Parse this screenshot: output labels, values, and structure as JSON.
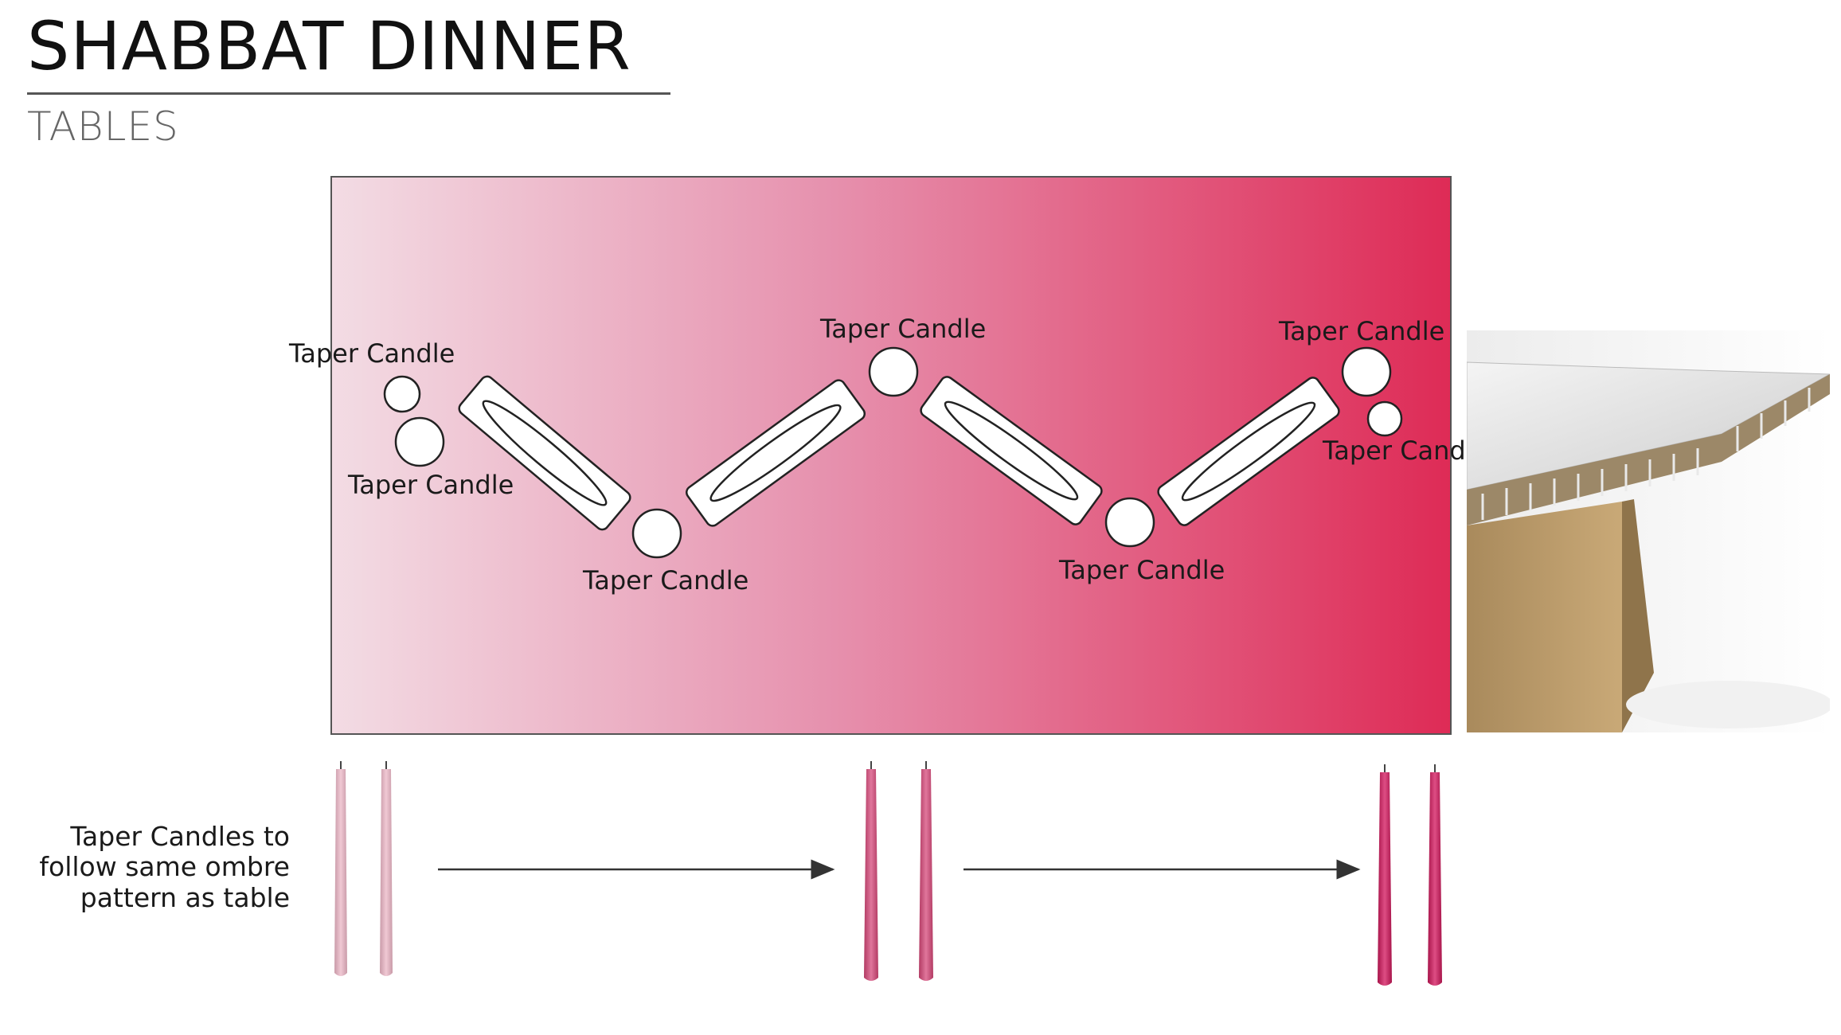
{
  "header": {
    "title": "SHABBAT DINNER",
    "subtitle": "TABLES"
  },
  "table": {
    "gradient_start": "#f3dce4",
    "gradient_mid": "#e690ad",
    "gradient_end": "#de2b56",
    "candle_labels": [
      "Taper Candle",
      "Taper Candle",
      "Taper Candle",
      "Taper Candle",
      "Taper Candle",
      "Taper Candle",
      "Taper Cand"
    ]
  },
  "candles_note": {
    "lines": [
      "Taper Candles to",
      "follow same ombre",
      "pattern as table"
    ]
  },
  "candle_colors": {
    "light": "#e8b8c6",
    "medium": "#d4547f",
    "dark": "#c8245e"
  }
}
